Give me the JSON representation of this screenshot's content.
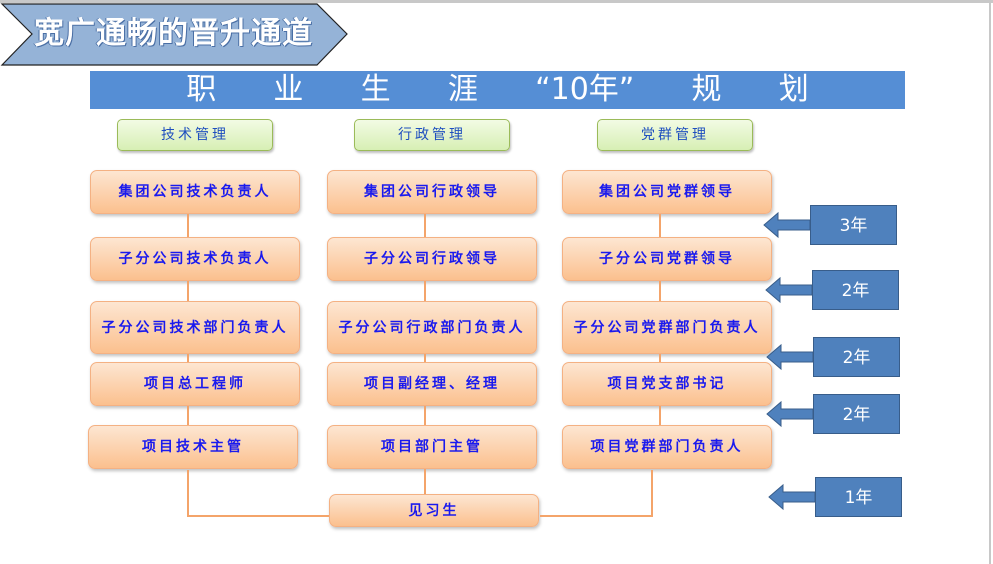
{
  "title": "宽广通畅的晋升通道",
  "banner": "职      业      生      涯      “10年”      规      划",
  "categories": [
    "技术管理",
    "行政管理",
    "党群管理"
  ],
  "columns": [
    [
      "集团公司技术负责人",
      "子分公司技术负责人",
      "子分公司技术部门负责人",
      "项目总工程师",
      "项目技术主管"
    ],
    [
      "集团公司行政领导",
      "子分公司行政领导",
      "子分公司行政部门负责人",
      "项目副经理、经理",
      "项目部门主管"
    ],
    [
      "集团公司党群领导",
      "子分公司党群领导",
      "子分公司党群部门负责人",
      "项目党支部书记",
      "项目党群部门负责人"
    ]
  ],
  "intern": "见习生",
  "years": [
    "3年",
    "2年",
    "2年",
    "2年",
    "1年"
  ]
}
